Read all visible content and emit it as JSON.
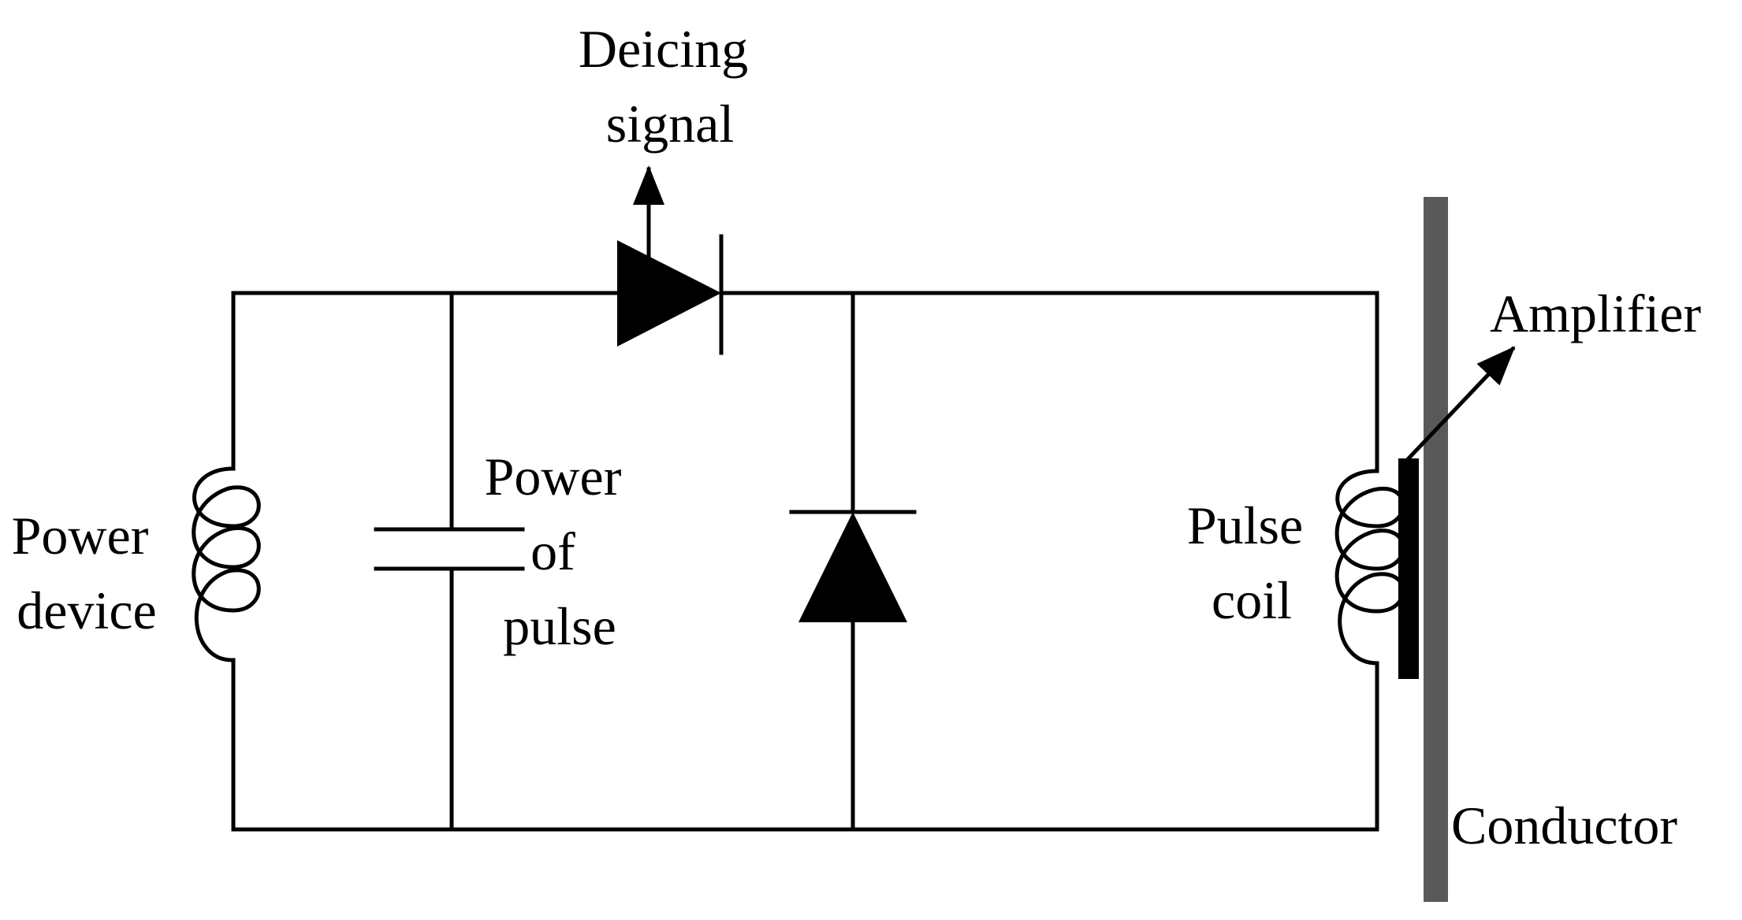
{
  "diagram": {
    "colors": {
      "line": "#000000",
      "conductor": "#595959",
      "background": "#ffffff"
    },
    "labels": {
      "deicing_signal": [
        "Deicing",
        "signal"
      ],
      "power_device": [
        "Power",
        "device"
      ],
      "power_of_pulse": [
        "Power",
        "of",
        "pulse"
      ],
      "pulse_coil": [
        "Pulse",
        "coil"
      ],
      "amplifier": "Amplifier",
      "conductor": "Conductor"
    }
  }
}
